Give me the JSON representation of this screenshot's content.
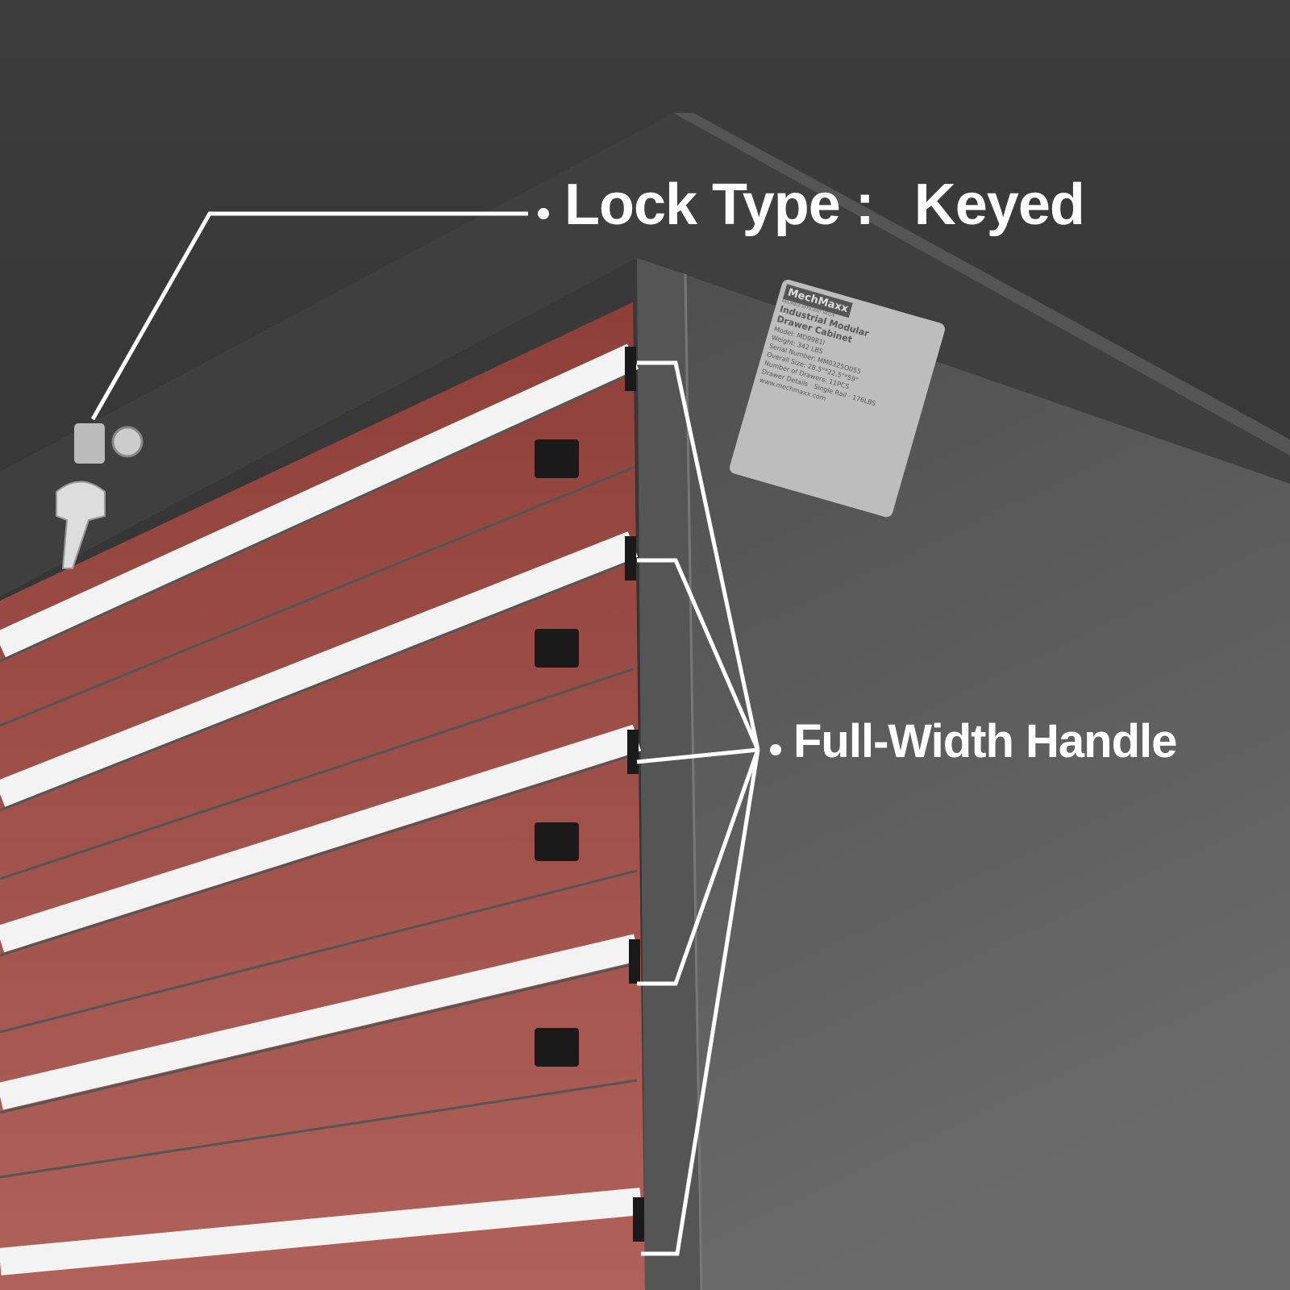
{
  "callouts": {
    "lock_label": "Lock Type :",
    "lock_value": "Keyed",
    "handle_label": "Full-Width Handle"
  },
  "nameplate": {
    "brand": "MechMaxx",
    "tagline": "RELIABLE EFFICIENT VALUE",
    "title_line1": "Industrial Modular",
    "title_line2": "Drawer Cabinet",
    "model_label": "Model:",
    "model": "MD9981I",
    "weight_label": "Weight:",
    "weight": "342 LBS",
    "serial_label": "Serial Number:",
    "serial": "MM0325O055",
    "size_label": "Overall Size:",
    "size": "28.5\"*22.5\"*59\"",
    "drawers_label": "Number of Drawers:",
    "drawers": "11PCS",
    "details_label": "Drawer Details",
    "type": "Single Rail",
    "capacity": "176LBS",
    "website": "www.mechmaxx.com"
  },
  "colors": {
    "front": "#9a4a40",
    "body": "#4a4a4a",
    "handle": "#f2f2f2",
    "callout": "#ffffff"
  }
}
